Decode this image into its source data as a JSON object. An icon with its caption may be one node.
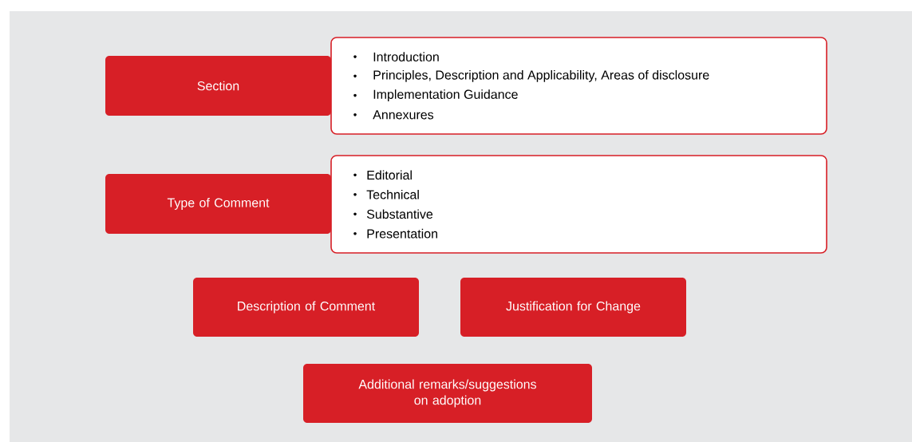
{
  "diagram": {
    "nodes": [
      {
        "text": [
          "Section"
        ]
      },
      {
        "text": [
          "Introduction",
          "Principles, Description and Applicability, Areas of disclosure",
          "Implementation Guidance",
          "Annexures"
        ]
      },
      {
        "text": [
          "Type of Comment"
        ]
      },
      {
        "text": [
          "Editorial",
          "Technical",
          "Substantive",
          "Presentation"
        ]
      },
      {
        "text": [
          "Description of Comment"
        ]
      },
      {
        "text": [
          "Justification for Change"
        ]
      },
      {
        "text": [
          "Additional remarks/suggestions on adoption"
        ]
      }
    ],
    "edges": []
  }
}
